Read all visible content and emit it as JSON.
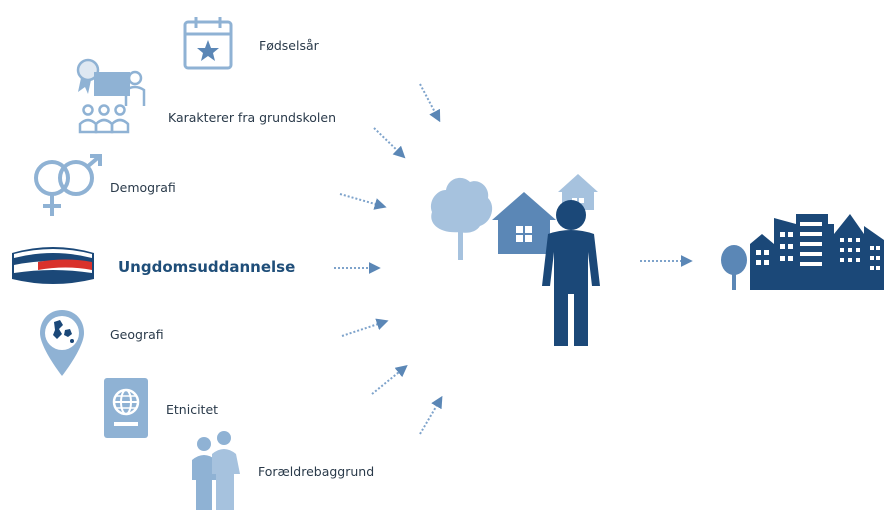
{
  "factors": {
    "birth_year": "Fødselsår",
    "school_grades": "Karakterer fra grundskolen",
    "demography": "Demografi",
    "youth_education": "Ungdomsuddannelse",
    "geography": "Geografi",
    "ethnicity": "Etnicitet",
    "parent_background": "Forældrebaggrund"
  },
  "icons": {
    "birth_year": "calendar-star-icon",
    "school_grades": "award-teacher-students-icon",
    "demography": "gender-symbols-icon",
    "youth_education": "student-cap-icon",
    "geography": "map-pin-denmark-icon",
    "ethnicity": "passport-icon",
    "parent_background": "parents-icon",
    "context": "tree-houses-icon",
    "person": "person-icon",
    "outcome": "city-icon"
  },
  "colors": {
    "dark_blue": "#1b4878",
    "light_blue": "#8fb2d4",
    "accent_red": "#d9322c",
    "arrow": "#5b87b6"
  }
}
